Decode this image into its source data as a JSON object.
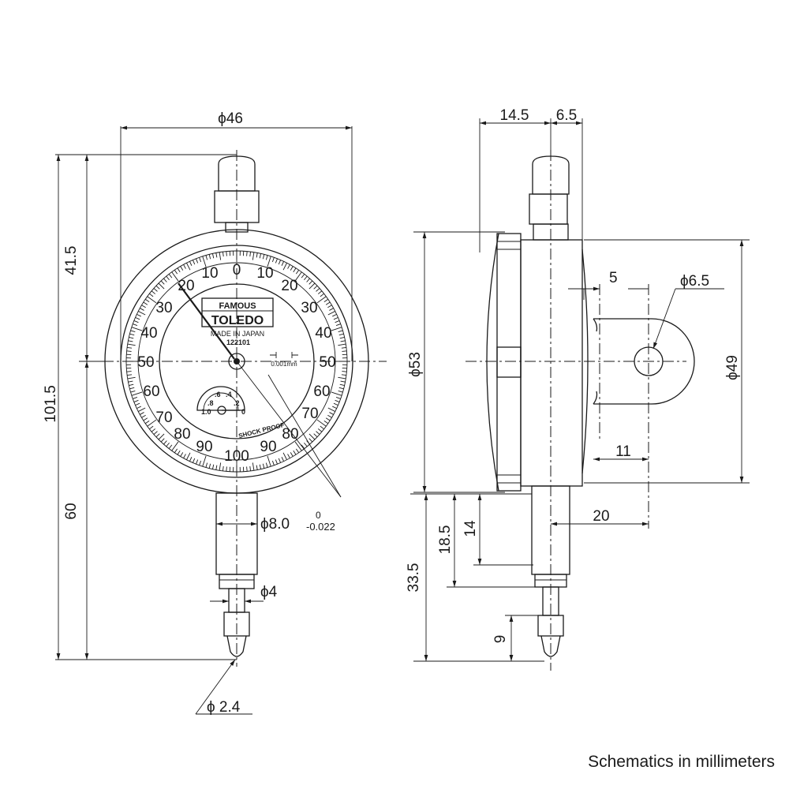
{
  "caption": "Schematics in millimeters",
  "front": {
    "dims": {
      "diameter_body": "ϕ46",
      "height_top": "41.5",
      "height_total": "101.5",
      "height_bottom": "60",
      "stem_diameter": "ϕ8.0",
      "stem_tol_upper": "0",
      "stem_tol_lower": "-0.022",
      "spindle_diameter": "ϕ4",
      "contact_diameter": "ϕ 2.4"
    },
    "dial": {
      "brand_top": "FAMOUS",
      "brand_main": "TOLEDO",
      "made_in": "MADE IN JAPAN",
      "model": "122101",
      "resolution": "0.001mm",
      "shock": "SHOCK PROOF",
      "left_numbers": [
        "10",
        "20",
        "30",
        "40",
        "50",
        "60",
        "70",
        "80",
        "90"
      ],
      "right_numbers": [
        "10",
        "20",
        "30",
        "40",
        "50",
        "60",
        "70",
        "80",
        "90"
      ],
      "top_number": "0",
      "bottom_number": "100",
      "sub_numbers": [
        ".8",
        ".6",
        ".4",
        ".2",
        "1.0",
        "0"
      ]
    }
  },
  "side": {
    "dims": {
      "depth_left": "14.5",
      "depth_right": "6.5",
      "diameter_bezel": "ϕ53",
      "diameter_back": "ϕ49",
      "lug_width": "5",
      "lug_hole": "ϕ6.5",
      "lug_offset": "11",
      "lug_reach": "20",
      "stem_length": "14",
      "spindle_length": "18.5",
      "total_below": "33.5",
      "tip_length": "9"
    }
  }
}
